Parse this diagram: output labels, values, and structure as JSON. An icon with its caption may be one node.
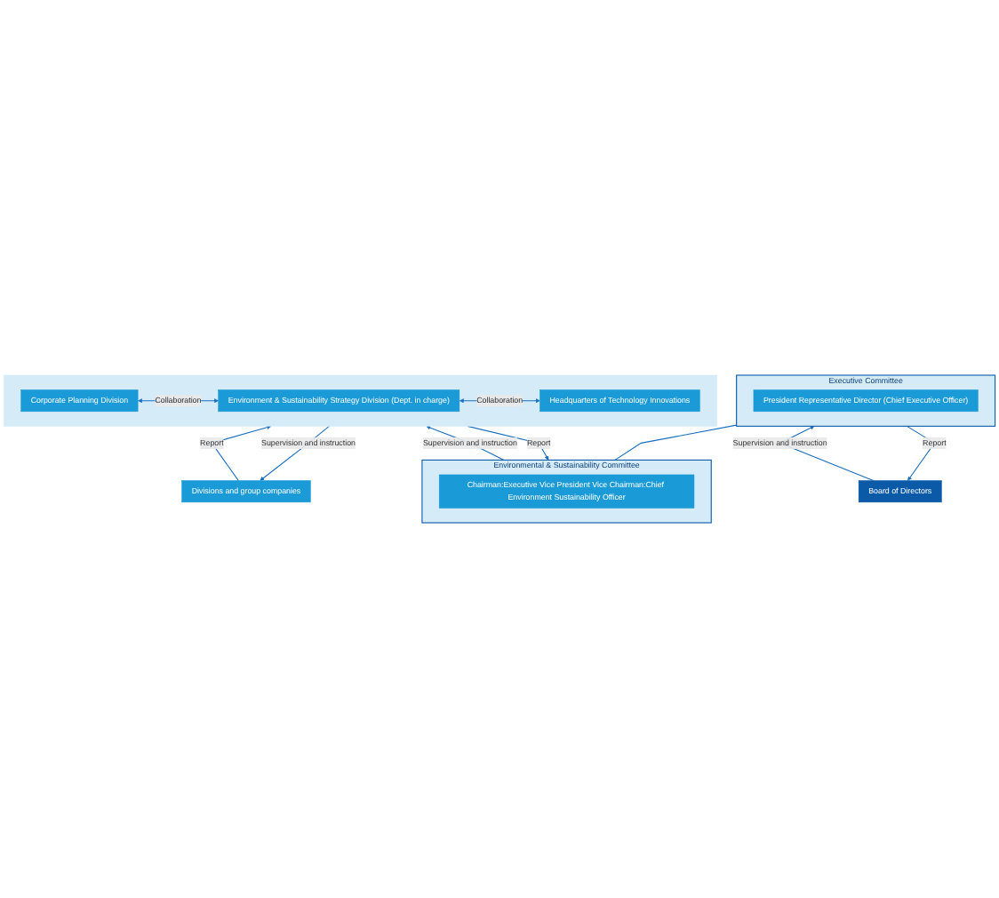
{
  "diagram": {
    "nodes": [
      {
        "text": [
          "Board of Directors"
        ]
      },
      {
        "text": [
          "Executive Committee"
        ]
      },
      {
        "text": [
          "President Representative Director (Chief Executive Officer)"
        ],
        "in": 1
      },
      {
        "text": [
          "Environmental & Sustainability Committee"
        ]
      },
      {
        "text": [
          "Chairman:Executive Vice President Vice Chairman:Chief Environment Sustainability Officer"
        ],
        "in": 3
      },
      {
        "text": [],
        "shape": "box"
      },
      {
        "text": [
          "Corporate Planning Division"
        ],
        "in": 5
      },
      {
        "text": [
          "Environment & Sustainability Strategy Division (Dept. in charge)"
        ],
        "in": 5
      },
      {
        "text": [
          "Headquarters of Technology Innovations"
        ],
        "in": 5
      },
      {
        "text": [
          "Divisions and group companies"
        ]
      }
    ],
    "edges": [
      {
        "from": 0,
        "to": 1,
        "arrow": "to",
        "label": "Supervision and instruction"
      },
      {
        "from": 1,
        "to": 0,
        "arrow": "to",
        "label": "Report"
      },
      {
        "from": 1,
        "to": 3,
        "arrow": "none"
      },
      {
        "from": 3,
        "to": 5,
        "arrow": "to",
        "label": "Supervision and instruction"
      },
      {
        "from": 5,
        "to": 3,
        "arrow": "to",
        "label": "Report"
      },
      {
        "from": 6,
        "to": 7,
        "arrow": "both",
        "label": "Collaboration"
      },
      {
        "from": 7,
        "to": 8,
        "arrow": "both",
        "label": "Collaboration"
      },
      {
        "from": 5,
        "to": 9,
        "arrow": "to",
        "label": "Supervision and instruction"
      },
      {
        "from": 9,
        "to": 5,
        "arrow": "to",
        "label": "Report"
      }
    ]
  }
}
